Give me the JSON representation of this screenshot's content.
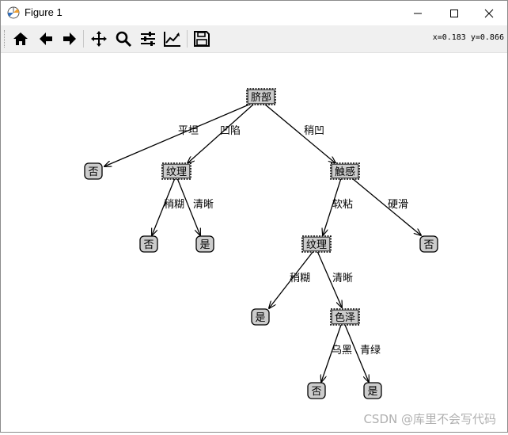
{
  "window": {
    "title": "Figure 1",
    "buttons": [
      "minimize",
      "maximize",
      "close"
    ]
  },
  "toolbar": {
    "coords": "x=0.183 y=0.866",
    "buttons": [
      {
        "name": "home-icon"
      },
      {
        "name": "back-icon"
      },
      {
        "name": "forward-icon"
      },
      {
        "name": "pan-icon"
      },
      {
        "name": "zoom-icon"
      },
      {
        "name": "configure-subplots-icon"
      },
      {
        "name": "edit-axis-icon"
      },
      {
        "name": "save-icon"
      }
    ]
  },
  "tree": {
    "nodes": {
      "root": "脐部",
      "n_flat": "否",
      "n_tex1": "纹理",
      "n_touch": "触感",
      "n_tex1_no": "否",
      "n_tex1_yes": "是",
      "n_tex2": "纹理",
      "n_touch_no": "否",
      "n_tex2_yes": "是",
      "n_color": "色泽",
      "n_color_no": "否",
      "n_color_yes": "是"
    },
    "edges": {
      "e_flat": "平坦",
      "e_concave": "凹陷",
      "e_slight": "稍凹",
      "e_blur1": "稍糊",
      "e_clear1": "清晰",
      "e_soft": "软粘",
      "e_hard": "硬滑",
      "e_blur2": "稍糊",
      "e_clear2": "清晰",
      "e_black": "乌黑",
      "e_green": "青绿"
    }
  },
  "watermark": "CSDN @库里不会写代码",
  "colors": {
    "node_fill": "#cccccc",
    "edge": "#000000",
    "toolbar_bg": "#f0f0f0"
  }
}
